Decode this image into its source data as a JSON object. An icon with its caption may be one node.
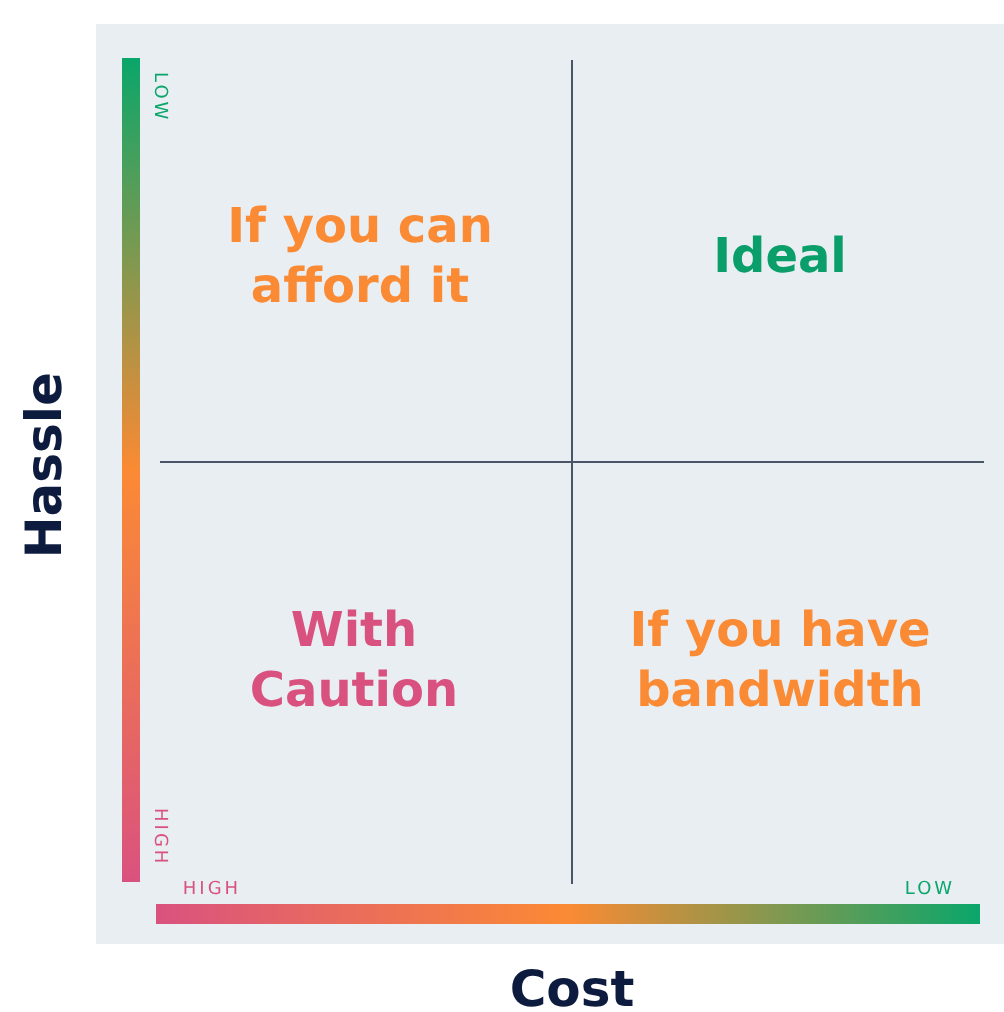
{
  "diagram": {
    "labels": [
      "Hassle",
      "LOW",
      "If you can afford it",
      "Ideal",
      "With Caution",
      "If you have bandwidth",
      "HIGH",
      "HIGH",
      "LOW",
      "Cost"
    ]
  }
}
